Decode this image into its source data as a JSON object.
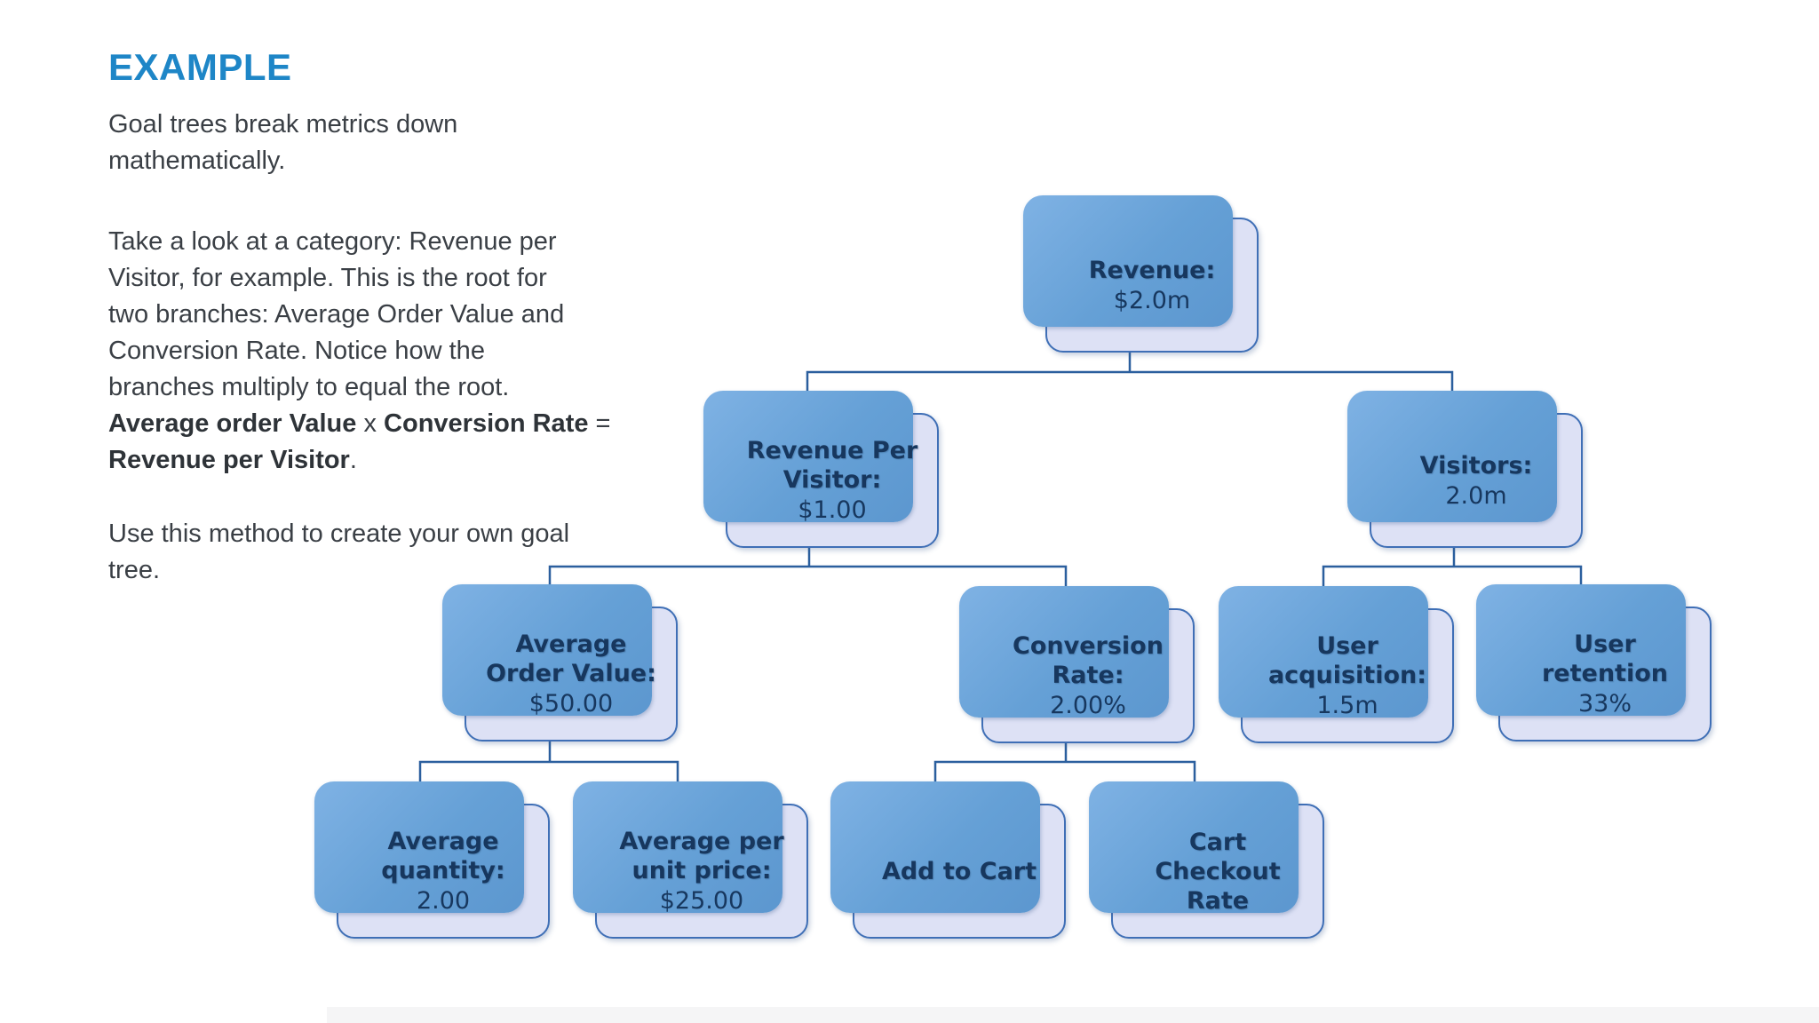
{
  "panel": {
    "heading": "EXAMPLE",
    "p1": "Goal trees break metrics down\nmathematically.",
    "p2_normal": "Take a look at a category: Revenue per\nVisitor, for example. This is the root for\ntwo branches: Average Order Value and\nConversion Rate. Notice how the\nbranches multiply to equal the root.\n",
    "p2_bold1": "Average order Value",
    "p2_sep1": " x ",
    "p2_bold2": "Conversion Rate",
    "p2_sep2": " =\n",
    "p2_bold3": "Revenue per Visitor",
    "p2_end": ".",
    "p3": "Use this method to create your own goal\ntree."
  },
  "tree": {
    "revenue": {
      "label": "Revenue:",
      "value": "$2.0m"
    },
    "revenue_per_visitor": {
      "label": "Revenue Per\nVisitor:",
      "value": "$1.00"
    },
    "visitors": {
      "label": "Visitors:",
      "value": "2.0m"
    },
    "avg_order_value": {
      "label": "Average\nOrder Value:",
      "value": "$50.00"
    },
    "conversion_rate": {
      "label": "Conversion\nRate:",
      "value": "2.00%"
    },
    "user_acquisition": {
      "label": "User\nacquisition:",
      "value": "1.5m"
    },
    "user_retention": {
      "label": "User\nretention",
      "value": "33%"
    },
    "avg_quantity": {
      "label": "Average\nquantity:",
      "value": "2.00"
    },
    "avg_unit_price": {
      "label": "Average per\nunit price:",
      "value": "$25.00"
    },
    "add_to_cart": {
      "label": "Add to Cart",
      "value": ""
    },
    "cart_checkout_rate": {
      "label": "Cart\nCheckout\nRate",
      "value": ""
    }
  },
  "colors": {
    "heading_blue": "#1e86c7",
    "node_fill": "#dde1f5",
    "node_border": "#3f6fb6",
    "node_shadow_box": "#68a3d7",
    "node_text": "#17375e",
    "connector": "#2b5f9e",
    "body_text": "#3a3f45"
  }
}
